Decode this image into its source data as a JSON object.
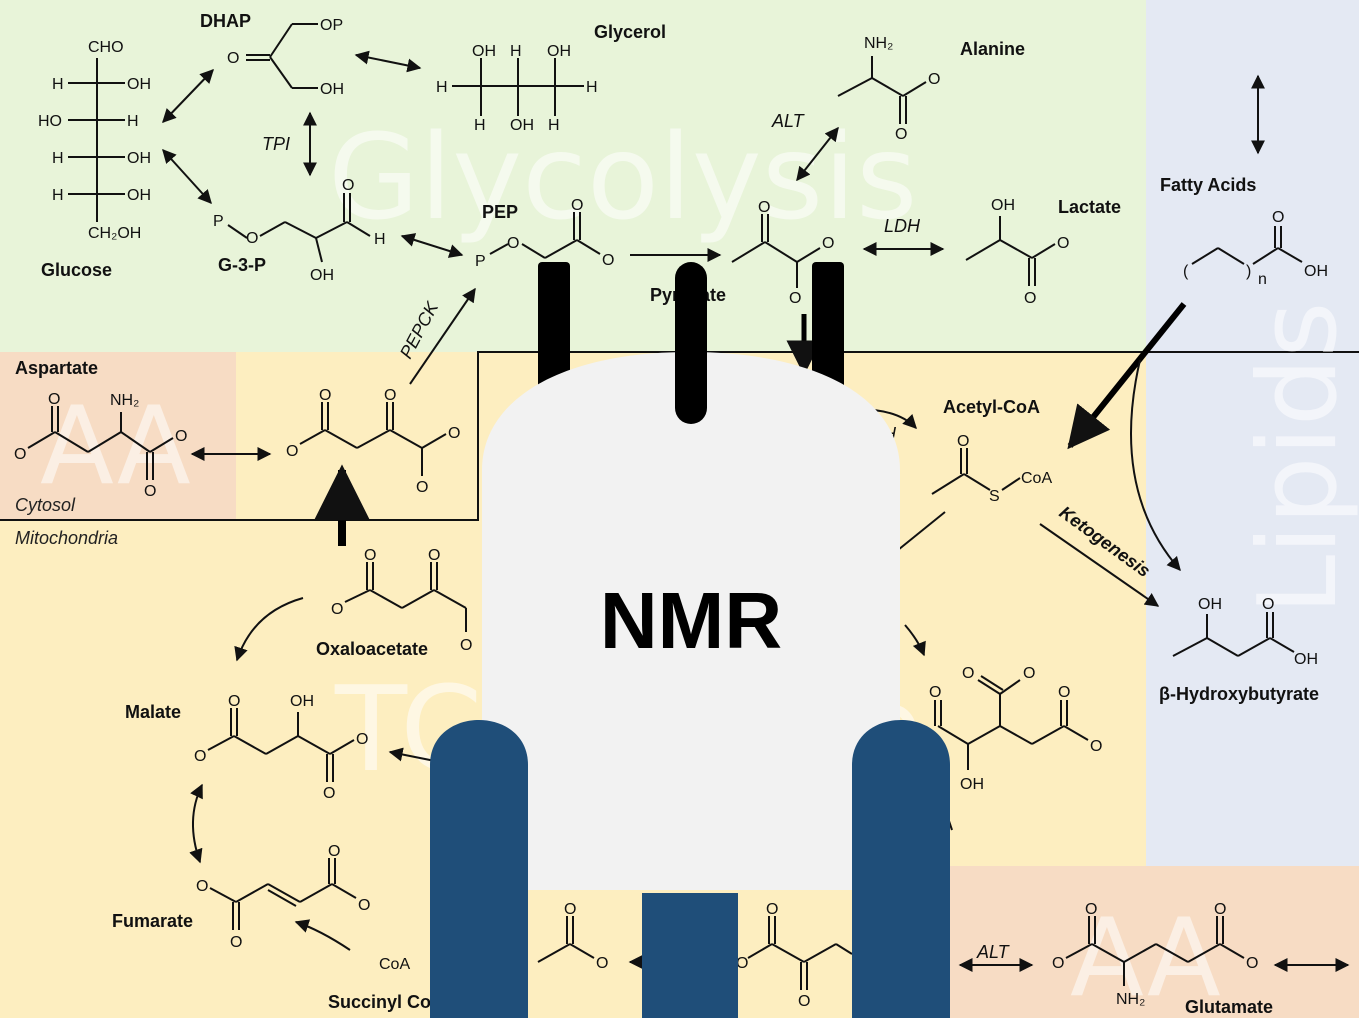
{
  "colors": {
    "glycolysis_bg": "#e8f4d9",
    "tca_bg": "#fdeec0",
    "lipids_bg": "#e4e9f3",
    "aa_bg": "#f7dcc4",
    "nmr_body": "#f2f2f2",
    "nmr_legs": "#1f4e79",
    "nmr_probes": "#000000"
  },
  "regions": {
    "glycolysis": "Glycolysis",
    "tca": "TCA Cycle",
    "lipids": "Lipids",
    "aa_top": "AA",
    "aa_bottom": "AA"
  },
  "compartments": {
    "cytosol": "Cytosol",
    "mitochondria": "Mitochondria"
  },
  "metabolites": {
    "glucose": "Glucose",
    "dhap": "DHAP",
    "glycerol": "Glycerol",
    "g3p": "G-3-P",
    "pep": "PEP",
    "pyruvate": "Pyruvate",
    "alanine": "Alanine",
    "lactate": "Lactate",
    "fatty_acids": "Fatty Acids",
    "aspartate": "Aspartate",
    "acetyl_coa": "Acetyl-CoA",
    "oxaloacetate": "Oxaloacetate",
    "malate": "Malate",
    "fumarate": "Fumarate",
    "succinyl_coa": "Succinyl CoA",
    "hydroxybutyrate": "β-Hydroxybutyrate",
    "glutamate": "Glutamate"
  },
  "enzymes": {
    "tpi": "TPI",
    "alt_top": "ALT",
    "ldh": "LDH",
    "pepck": "PEPCK",
    "pdh": "PDH",
    "ketogenesis": "Ketogenesis",
    "alt_bottom": "ALT"
  },
  "instrument": {
    "label": "NMR"
  }
}
